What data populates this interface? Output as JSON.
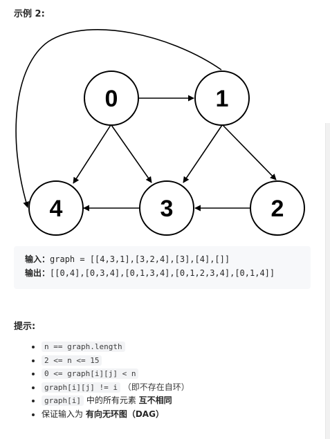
{
  "example": {
    "title": "示例 2:"
  },
  "graph": {
    "nodes": [
      {
        "id": "0",
        "label": "0"
      },
      {
        "id": "1",
        "label": "1"
      },
      {
        "id": "2",
        "label": "2"
      },
      {
        "id": "3",
        "label": "3"
      },
      {
        "id": "4",
        "label": "4"
      }
    ],
    "edges": [
      [
        "0",
        "4"
      ],
      [
        "0",
        "3"
      ],
      [
        "0",
        "1"
      ],
      [
        "1",
        "3"
      ],
      [
        "1",
        "2"
      ],
      [
        "1",
        "4"
      ],
      [
        "2",
        "3"
      ],
      [
        "3",
        "4"
      ]
    ],
    "colors": {
      "node_fill": "#ffffff",
      "node_stroke": "#000000",
      "edge": "#000000"
    }
  },
  "code_block": {
    "input_label": "输入：",
    "input_text": "graph = [[4,3,1],[3,2,4],[3],[4],[]]",
    "output_label": "输出：",
    "output_text": "[[0,4],[0,3,4],[0,1,3,4],[0,1,2,3,4],[0,1,4]]"
  },
  "hints": {
    "title": "提示:",
    "items": [
      {
        "code": "n == graph.length",
        "text": "",
        "bold": ""
      },
      {
        "code": "",
        "text": "2 <= n <= 15",
        "bold": ""
      },
      {
        "code": "",
        "text": "0 <= graph[i][j] < n",
        "bold": ""
      },
      {
        "code": "graph[i][j] != i",
        "text": "（即不存在自环）",
        "bold": ""
      },
      {
        "code": "graph[i]",
        "text": "中的所有元素",
        "bold": "互不相同"
      },
      {
        "code": "",
        "text": "保证输入为",
        "bold": "有向无环图（DAG）"
      }
    ]
  }
}
